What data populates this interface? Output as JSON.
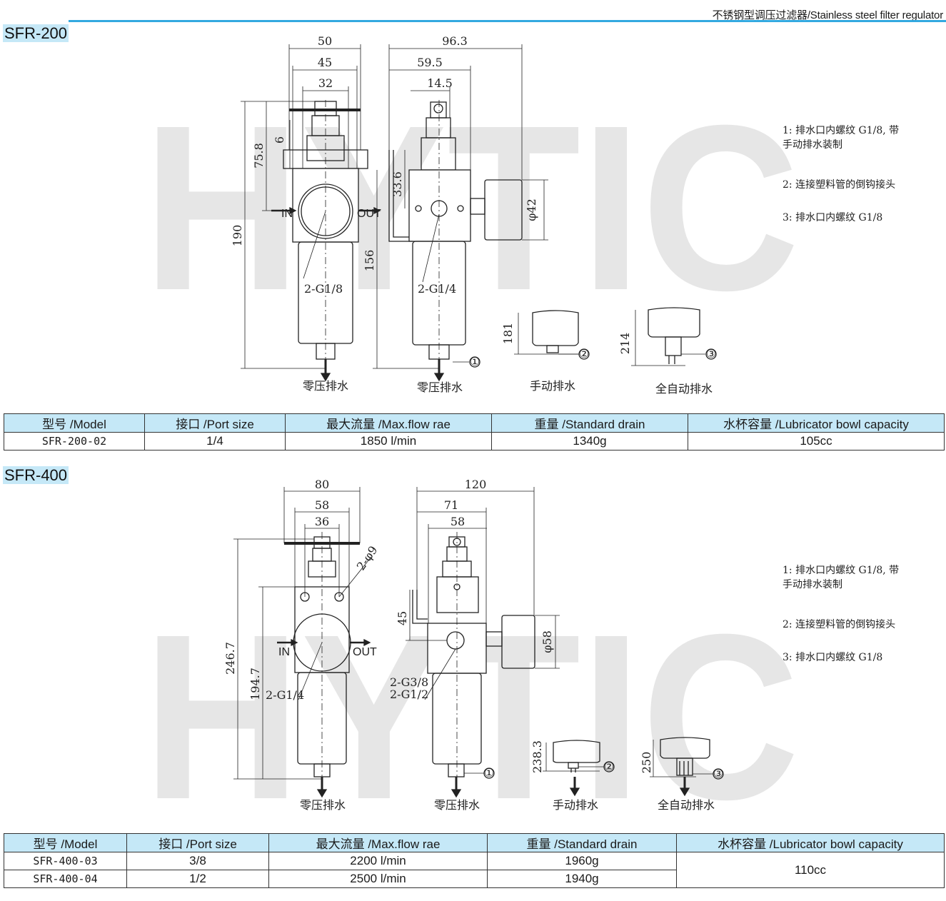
{
  "header": {
    "title_cn": "不锈钢型调压过滤器",
    "title_en": "/Stainless steel filter regulator"
  },
  "watermark": "HYTIC",
  "colors": {
    "accent": "#33a9e0",
    "tag_bg": "#c5e8f7",
    "watermark": "#e6e6e6"
  },
  "sfr200": {
    "title": "SFR-200",
    "front_dims": {
      "d1": "50",
      "d2": "45",
      "d3": "32",
      "h1": "6",
      "h2": "75.8",
      "h_total": "190",
      "port": "2-G1/8",
      "in": "IN",
      "out": "OUT"
    },
    "side_dims": {
      "d1": "96.3",
      "d2": "59.5",
      "d3": "14.5",
      "h1": "33.6",
      "h_total": "156",
      "gauge": "φ42",
      "port": "2-G1/4"
    },
    "manual_drain_height": "181",
    "auto_drain_height": "214",
    "captions": [
      "零压排水",
      "零压排水",
      "手动排水",
      "全自动排水"
    ],
    "callouts": [
      "①",
      "②",
      "③"
    ],
    "notes": [
      "1: 排水口内螺纹 G1/8, 带",
      "手动排水装制",
      "2: 连接塑料管的倒钩接头",
      "3: 排水口内螺纹 G1/8"
    ],
    "table": {
      "headers": [
        "型号 /Model",
        "接口 /Port size",
        "最大流量 /Max.flow rae",
        "重量 /Standard drain",
        "水杯容量 /Lubricator bowl capacity"
      ],
      "rows": [
        [
          "SFR-200-02",
          "1/4",
          "1850 l/min",
          "1340g",
          "105cc"
        ]
      ]
    }
  },
  "sfr400": {
    "title": "SFR-400",
    "front_dims": {
      "d1": "80",
      "d2": "58",
      "d3": "36",
      "holes": "2-φ9",
      "h1": "194.7",
      "h_total": "246.7",
      "port": "2-G1/4",
      "in": "IN",
      "out": "OUT"
    },
    "side_dims": {
      "d1": "120",
      "d2": "71",
      "d3": "58",
      "h1": "45",
      "gauge": "φ58",
      "port_a": "2-G3/8",
      "port_b": "2-G1/2"
    },
    "manual_drain_height": "238.3",
    "auto_drain_height": "250",
    "captions": [
      "零压排水",
      "零压排水",
      "手动排水",
      "全自动排水"
    ],
    "callouts": [
      "①",
      "②",
      "③"
    ],
    "notes": [
      "1: 排水口内螺纹 G1/8, 带",
      "手动排水装制",
      "2: 连接塑料管的倒钩接头",
      "3: 排水口内螺纹 G1/8"
    ],
    "table": {
      "headers": [
        "型号 /Model",
        "接口 /Port size",
        "最大流量 /Max.flow rae",
        "重量 /Standard drain",
        "水杯容量 /Lubricator bowl capacity"
      ],
      "rows": [
        [
          "SFR-400-03",
          "3/8",
          "2200 l/min",
          "1960g",
          "110cc"
        ],
        [
          "SFR-400-04",
          "1/2",
          "2500 l/min",
          "1940g"
        ]
      ]
    }
  }
}
